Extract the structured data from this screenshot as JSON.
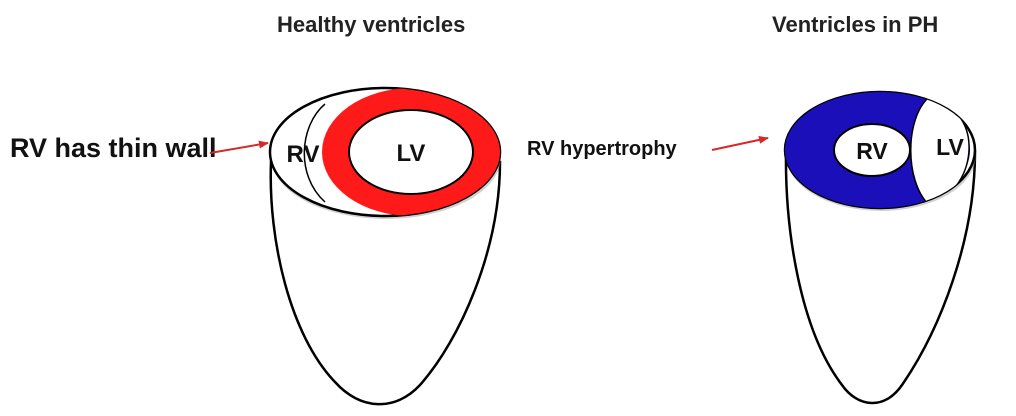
{
  "titles": {
    "healthy": "Healthy ventricles",
    "ph": "Ventricles in PH"
  },
  "annotations": {
    "healthy": "RV has thin wall",
    "ph": "RV hypertrophy"
  },
  "healthy_heart": {
    "rv_label": "RV",
    "lv_label": "LV",
    "wall_color": "#ff1a1a"
  },
  "ph_heart": {
    "rv_label": "RV",
    "lv_label": "LV",
    "wall_color": "#1a0fb8"
  },
  "arrow_color": "#d42a2a"
}
